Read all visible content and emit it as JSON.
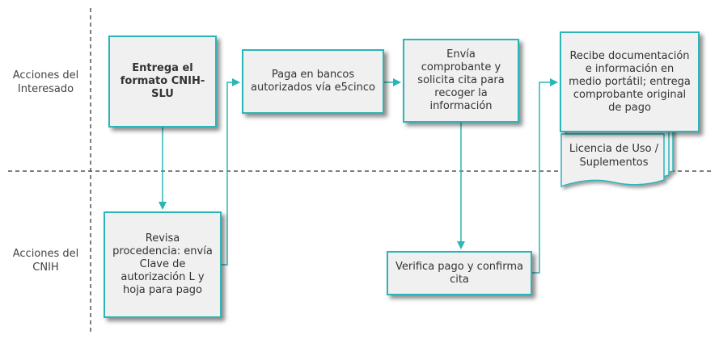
{
  "lanes": {
    "interesado": "Acciones del Interesado",
    "cnih": "Acciones del CNIH"
  },
  "steps": {
    "entrega": "Entrega el formato CNIH-SLU",
    "paga": "Paga en bancos autorizados vía e5cinco",
    "envia": "Envía comprobante y solicita cita para recoger la información",
    "recibe": "Recibe documentación e información en medio portátil; entrega comprobante original de pago",
    "revisa": "Revisa procedencia: envía Clave de autorización L y hoja para pago",
    "verifica": "Verifica pago y confirma cita",
    "licencia": "Licencia de Uso / Suplementos"
  },
  "colors": {
    "accent": "#2ab5b8",
    "box_fill": "#f0f0f0",
    "divider": "#555555"
  }
}
